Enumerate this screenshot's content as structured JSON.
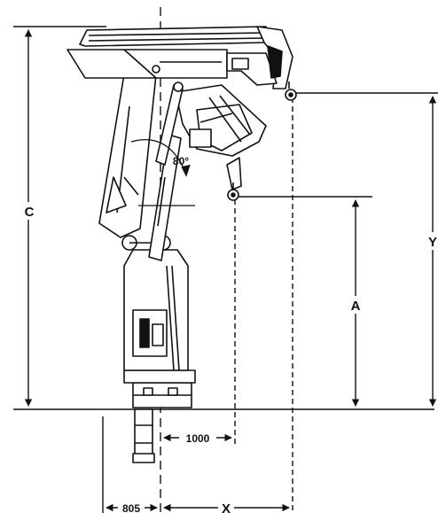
{
  "colors": {
    "ink": "#111111",
    "background": "#ffffff",
    "crane_fill": "#ffffff"
  },
  "dimensions": {
    "c_label": "C",
    "y_label": "Y",
    "a_label": "A",
    "x_label": "X",
    "base_offset_label": "805",
    "hook_offset_label": "1000",
    "angle_label": "80°"
  }
}
